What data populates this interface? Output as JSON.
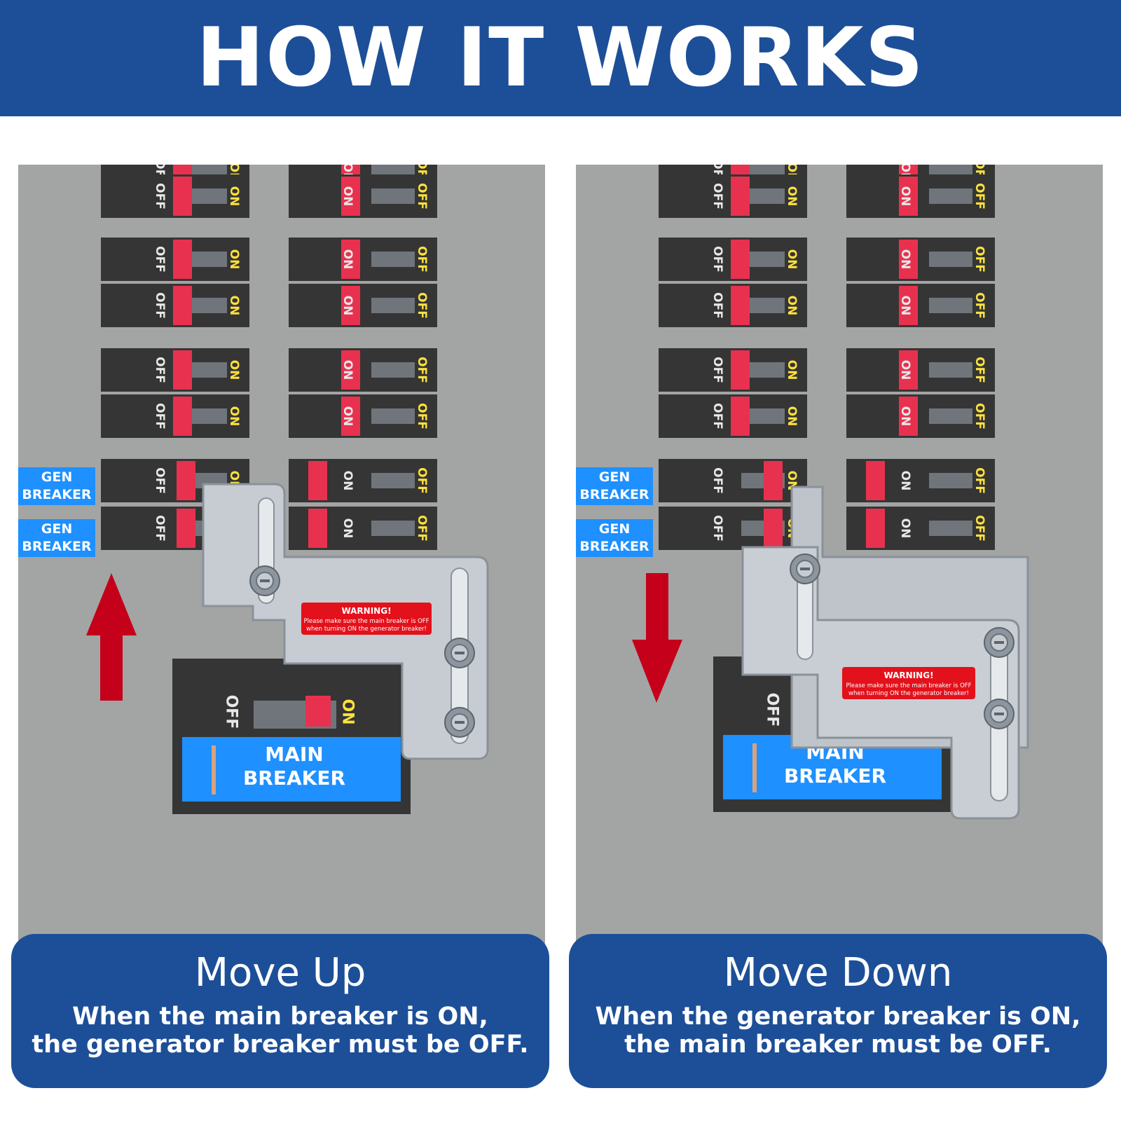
{
  "header": {
    "title": "HOW IT WORKS"
  },
  "breaker_labels": {
    "on": "ON",
    "off": "OFF",
    "gen": "GEN",
    "breaker": "BREAKER",
    "main": "MAIN"
  },
  "warning": {
    "title": "WARNING!",
    "line1": "Please make sure the main breaker is OFF",
    "line2": "when turning ON the generator breaker!"
  },
  "colors": {
    "header_blue": "#1d4f98",
    "label_blue": "#1e90ff",
    "handle_red": "#e8314f",
    "arrow_red": "#c4001a",
    "panel_gray": "#a3a5a4"
  },
  "left": {
    "title": "Move Up",
    "line1": "When the main breaker is ON,",
    "line2": "the generator breaker must be OFF.",
    "arrow": "up-arrow"
  },
  "right": {
    "title": "Move Down",
    "line1": "When the generator breaker is ON,",
    "line2": "the main breaker must be OFF.",
    "arrow": "down-arrow"
  }
}
